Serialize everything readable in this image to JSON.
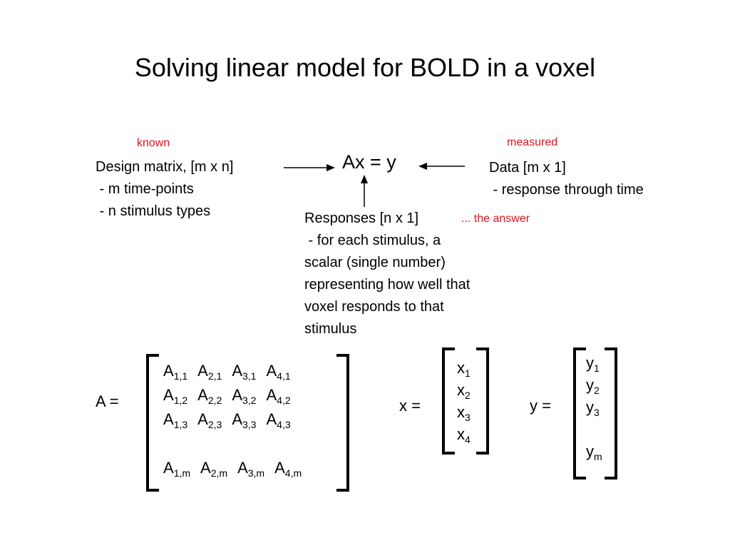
{
  "slide": {
    "title": "Solving linear model for BOLD in a voxel",
    "known_label": "known",
    "measured_label": "measured",
    "answer_label": "... the answer",
    "equation": "Ax = y",
    "design": [
      "Design matrix, [m x n]",
      " - m time-points",
      " - n stimulus types"
    ],
    "data": [
      "Data [m x 1]",
      " - response through time"
    ],
    "responses": [
      "Responses [n x 1]",
      " - for each stimulus, a",
      "scalar (single number)",
      "representing how well that",
      "voxel responds to that",
      "stimulus"
    ]
  },
  "matrix_a": {
    "label": "A =",
    "rows": [
      [
        "1,1",
        "2,1",
        "3,1",
        "4,1"
      ],
      [
        "1,2",
        "2,2",
        "3,2",
        "4,2"
      ],
      [
        "1,3",
        "2,3",
        "3,3",
        "4,3"
      ],
      [
        "1,m",
        "2,m",
        "3,m",
        "4,m"
      ]
    ],
    "symbol": "A"
  },
  "vector_x": {
    "label": "x =",
    "symbol": "x",
    "subs": [
      "1",
      "2",
      "3",
      "4"
    ]
  },
  "vector_y": {
    "label": "y =",
    "symbol": "y",
    "subs": [
      "1",
      "2",
      "3",
      "m"
    ]
  },
  "colors": {
    "accent_red": "#e0141e"
  }
}
